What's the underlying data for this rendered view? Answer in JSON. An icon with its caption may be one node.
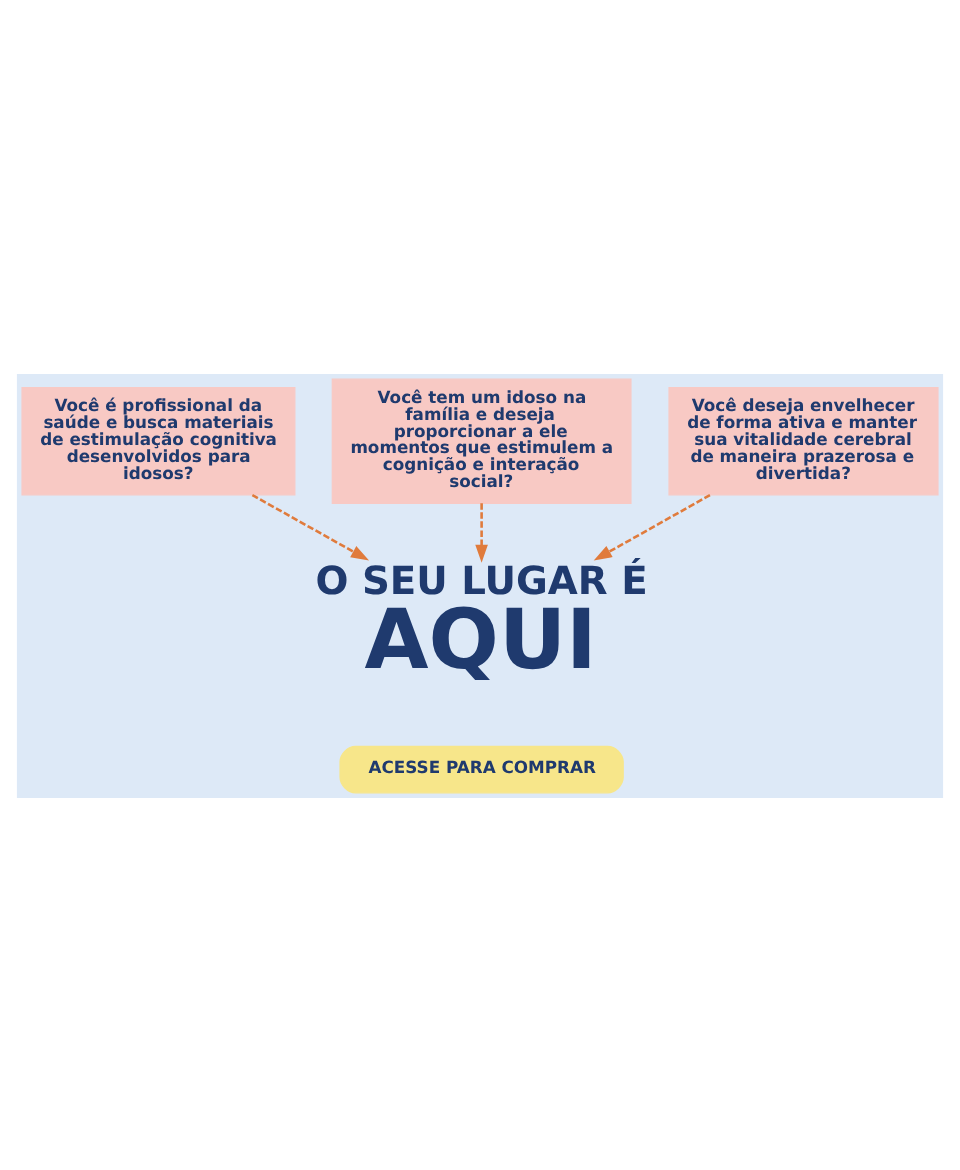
{
  "diagram": {
    "nodes": [
      {
        "text": [
          "Você é profissional da saúde e busca materiais de estimulação cognitiva desenvolvidos para idosos?"
        ]
      },
      {
        "text": [
          "Você tem um idoso na família e deseja proporcionar a ele momentos que estimulem a cognição e interação social?"
        ]
      },
      {
        "text": [
          "Você deseja envelhecer de forma ativa e manter sua vitalidade cerebral de maneira prazerosa e divertida?"
        ]
      },
      {
        "text": [
          "O SEU LUGAR É",
          "AQUI"
        ]
      },
      {
        "text": [
          "ACESSE PARA COMPRAR"
        ]
      }
    ],
    "edges": [
      {
        "from": 0,
        "to": 3,
        "arrow": "to",
        "style": "dashed"
      },
      {
        "from": 1,
        "to": 3,
        "arrow": "to",
        "style": "dashed"
      },
      {
        "from": 2,
        "to": 3,
        "arrow": "to",
        "style": "dashed"
      }
    ]
  }
}
